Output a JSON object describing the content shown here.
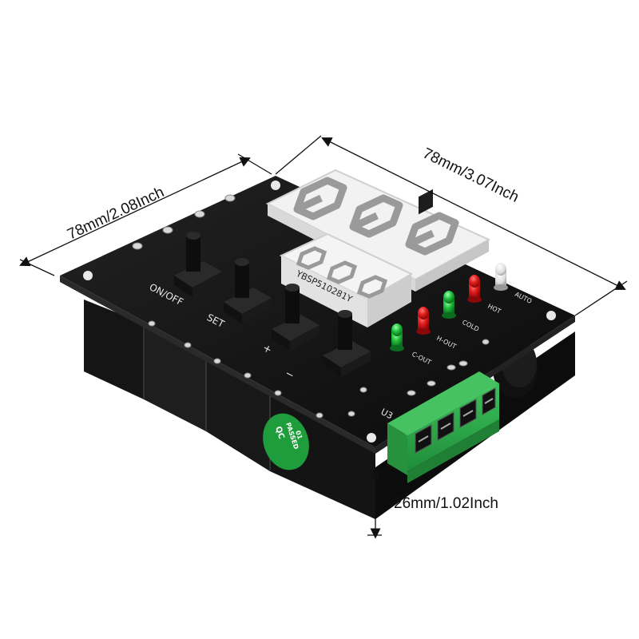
{
  "dimensions": {
    "length": "78mm/3.07Inch",
    "width": "78mm/2.08Inch",
    "height": "26mm/1.02Inch"
  },
  "board": {
    "display_part_number": "YBSP510281Y",
    "silkscreen": {
      "on_off": "ON/OFF",
      "set": "SET",
      "plus": "+",
      "minus": "−",
      "h_out": "H-OUT",
      "c_out": "C-OUT",
      "cold": "COLD",
      "hot": "HOT",
      "auto": "AUTO",
      "connector": "U3"
    },
    "qc_sticker": {
      "line1": "QC",
      "line2": "PASSED",
      "line3": "01"
    }
  },
  "colors": {
    "pcb": "#121212",
    "housing": "#1b1b1b",
    "terminal_block": "#2fa84a",
    "qc_sticker": "#1f9d3c",
    "led_red": "#e01a1a",
    "led_green": "#1fbf3a",
    "led_clear": "#eeeeee",
    "display_face": "#f2f2f2"
  }
}
